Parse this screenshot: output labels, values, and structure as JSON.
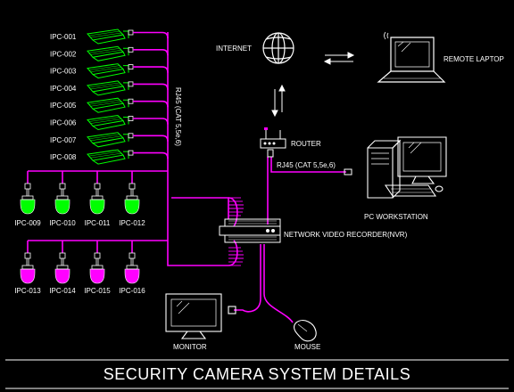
{
  "diagram": {
    "title": "SECURITY CAMERA SYSTEM DETAILS",
    "bullet_cameras": [
      "IPC-001",
      "IPC-002",
      "IPC-003",
      "IPC-004",
      "IPC-005",
      "IPC-006",
      "IPC-007",
      "IPC-008"
    ],
    "dome_cameras_row1": [
      "IPC-009",
      "IPC-010",
      "IPC-011",
      "IPC-012"
    ],
    "dome_cameras_row2": [
      "IPC-013",
      "IPC-014",
      "IPC-015",
      "IPC-016"
    ],
    "labels": {
      "internet": "INTERNET",
      "remote_laptop": "REMOTE LAPTOP",
      "router": "ROUTER",
      "cable_vertical": "RJ45 (CAT 5,5e,6)",
      "cable_router": "RJ45 (CAT 5,5e,6)",
      "pc_workstation": "PC WORKSTATION",
      "nvr": "NETWORK VIDEO RECORDER(NVR)",
      "monitor": "MONITOR",
      "mouse": "MOUSE"
    },
    "colors": {
      "cable": "#ff00ff",
      "camera": "#00ff00",
      "device": "#ffffff",
      "background": "#000000"
    }
  }
}
